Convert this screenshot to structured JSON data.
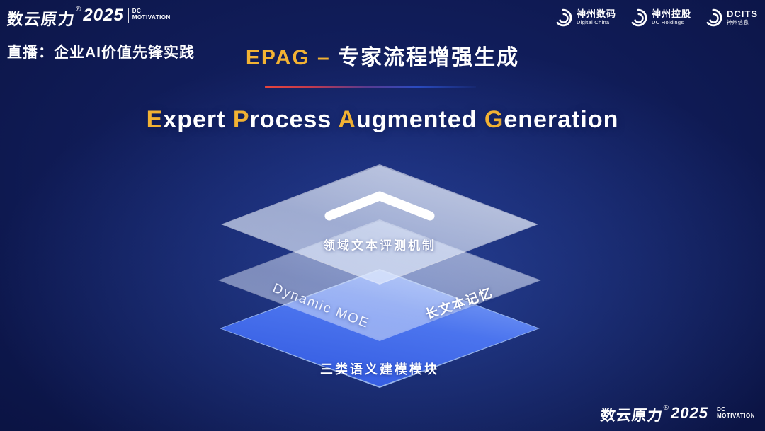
{
  "brand": {
    "name": "数云原力",
    "reg": "®",
    "year": "2025",
    "sub_line1": "DC",
    "sub_line2": "MOTIVATION"
  },
  "header": {
    "live_label": "直播：企业AI价值先锋实践",
    "epag_accent": "EPAG – ",
    "epag_cn": "专家流程增强生成"
  },
  "partners": [
    {
      "name": "神州数码",
      "subtitle": "Digital China"
    },
    {
      "name": "神州控股",
      "subtitle": "DC Holdings"
    },
    {
      "name": "DCITS",
      "subtitle": "神州信息"
    }
  ],
  "main_title": {
    "segments": [
      {
        "text": "E"
      },
      {
        "text": "xpert "
      },
      {
        "text": "P"
      },
      {
        "text": "rocess "
      },
      {
        "text": "A"
      },
      {
        "text": "ugmented "
      },
      {
        "text": "G"
      },
      {
        "text": "eneration"
      }
    ]
  },
  "diagram": {
    "top_layer_label": "领域文本评测机制",
    "middle_layer_left_label": "Dynamic MOE",
    "middle_layer_right_label": "长文本记忆",
    "bottom_layer_label": "三类语义建模模块"
  },
  "colors": {
    "accent_gold": "#F2B233",
    "divider_red": "#E8453C",
    "layer_blue": "#3A5FE0",
    "background_navy": "#0B1747"
  }
}
